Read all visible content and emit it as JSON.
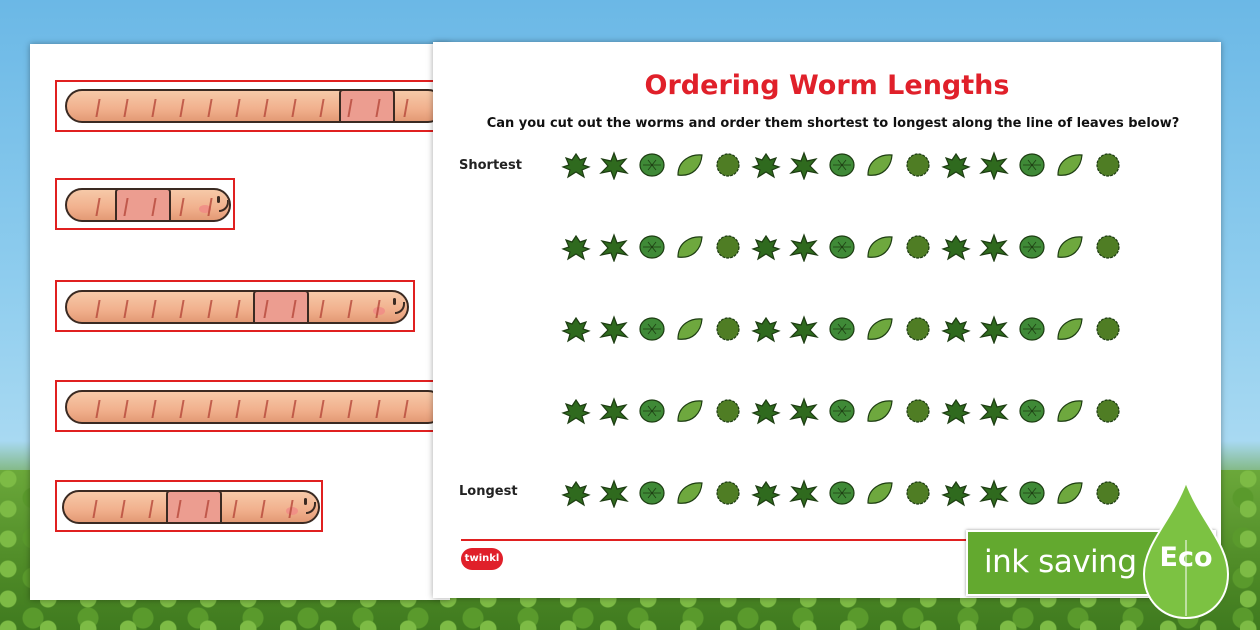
{
  "worksheet": {
    "title": "Ordering Worm Lengths",
    "instruction": "Can you cut out the worms and order them shortest to longest along the line of leaves below?",
    "rows": [
      {
        "label": "Shortest"
      },
      {
        "label": ""
      },
      {
        "label": ""
      },
      {
        "label": ""
      },
      {
        "label": "Longest"
      }
    ],
    "leaves_per_row": 15,
    "logo": "twinkl"
  },
  "cutouts": {
    "worms": [
      {
        "name": "worm-1",
        "clitellum": true,
        "face": false
      },
      {
        "name": "worm-2",
        "clitellum": true,
        "face": true
      },
      {
        "name": "worm-3",
        "clitellum": true,
        "face": true
      },
      {
        "name": "worm-4",
        "clitellum": false,
        "face": false
      },
      {
        "name": "worm-5",
        "clitellum": true,
        "face": true
      }
    ]
  },
  "badge": {
    "text": "ink saving",
    "label": "Eco"
  },
  "colors": {
    "title_red": "#e0202a",
    "badge_green": "#63a92f",
    "leaf_dark": "#2f6a1e",
    "leaf_light": "#6ea83e"
  }
}
